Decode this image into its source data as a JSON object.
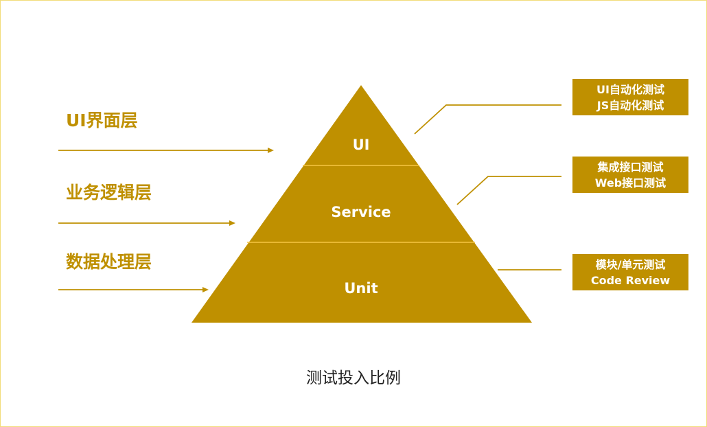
{
  "layers": {
    "ui": "UI界面层",
    "service": "业务逻辑层",
    "data": "数据处理层"
  },
  "pyramid": {
    "top": "UI",
    "middle": "Service",
    "bottom": "Unit"
  },
  "tags": {
    "ui": [
      "UI自动化测试",
      "JS自动化测试"
    ],
    "service": [
      "集成接口测试",
      "Web接口测试"
    ],
    "unit": [
      "模块/单元测试",
      "Code Review"
    ]
  },
  "caption": "测试投入比例",
  "colors": {
    "accent": "#bf9000",
    "divider": "#f5c542",
    "frame": "#f2dc7a"
  }
}
